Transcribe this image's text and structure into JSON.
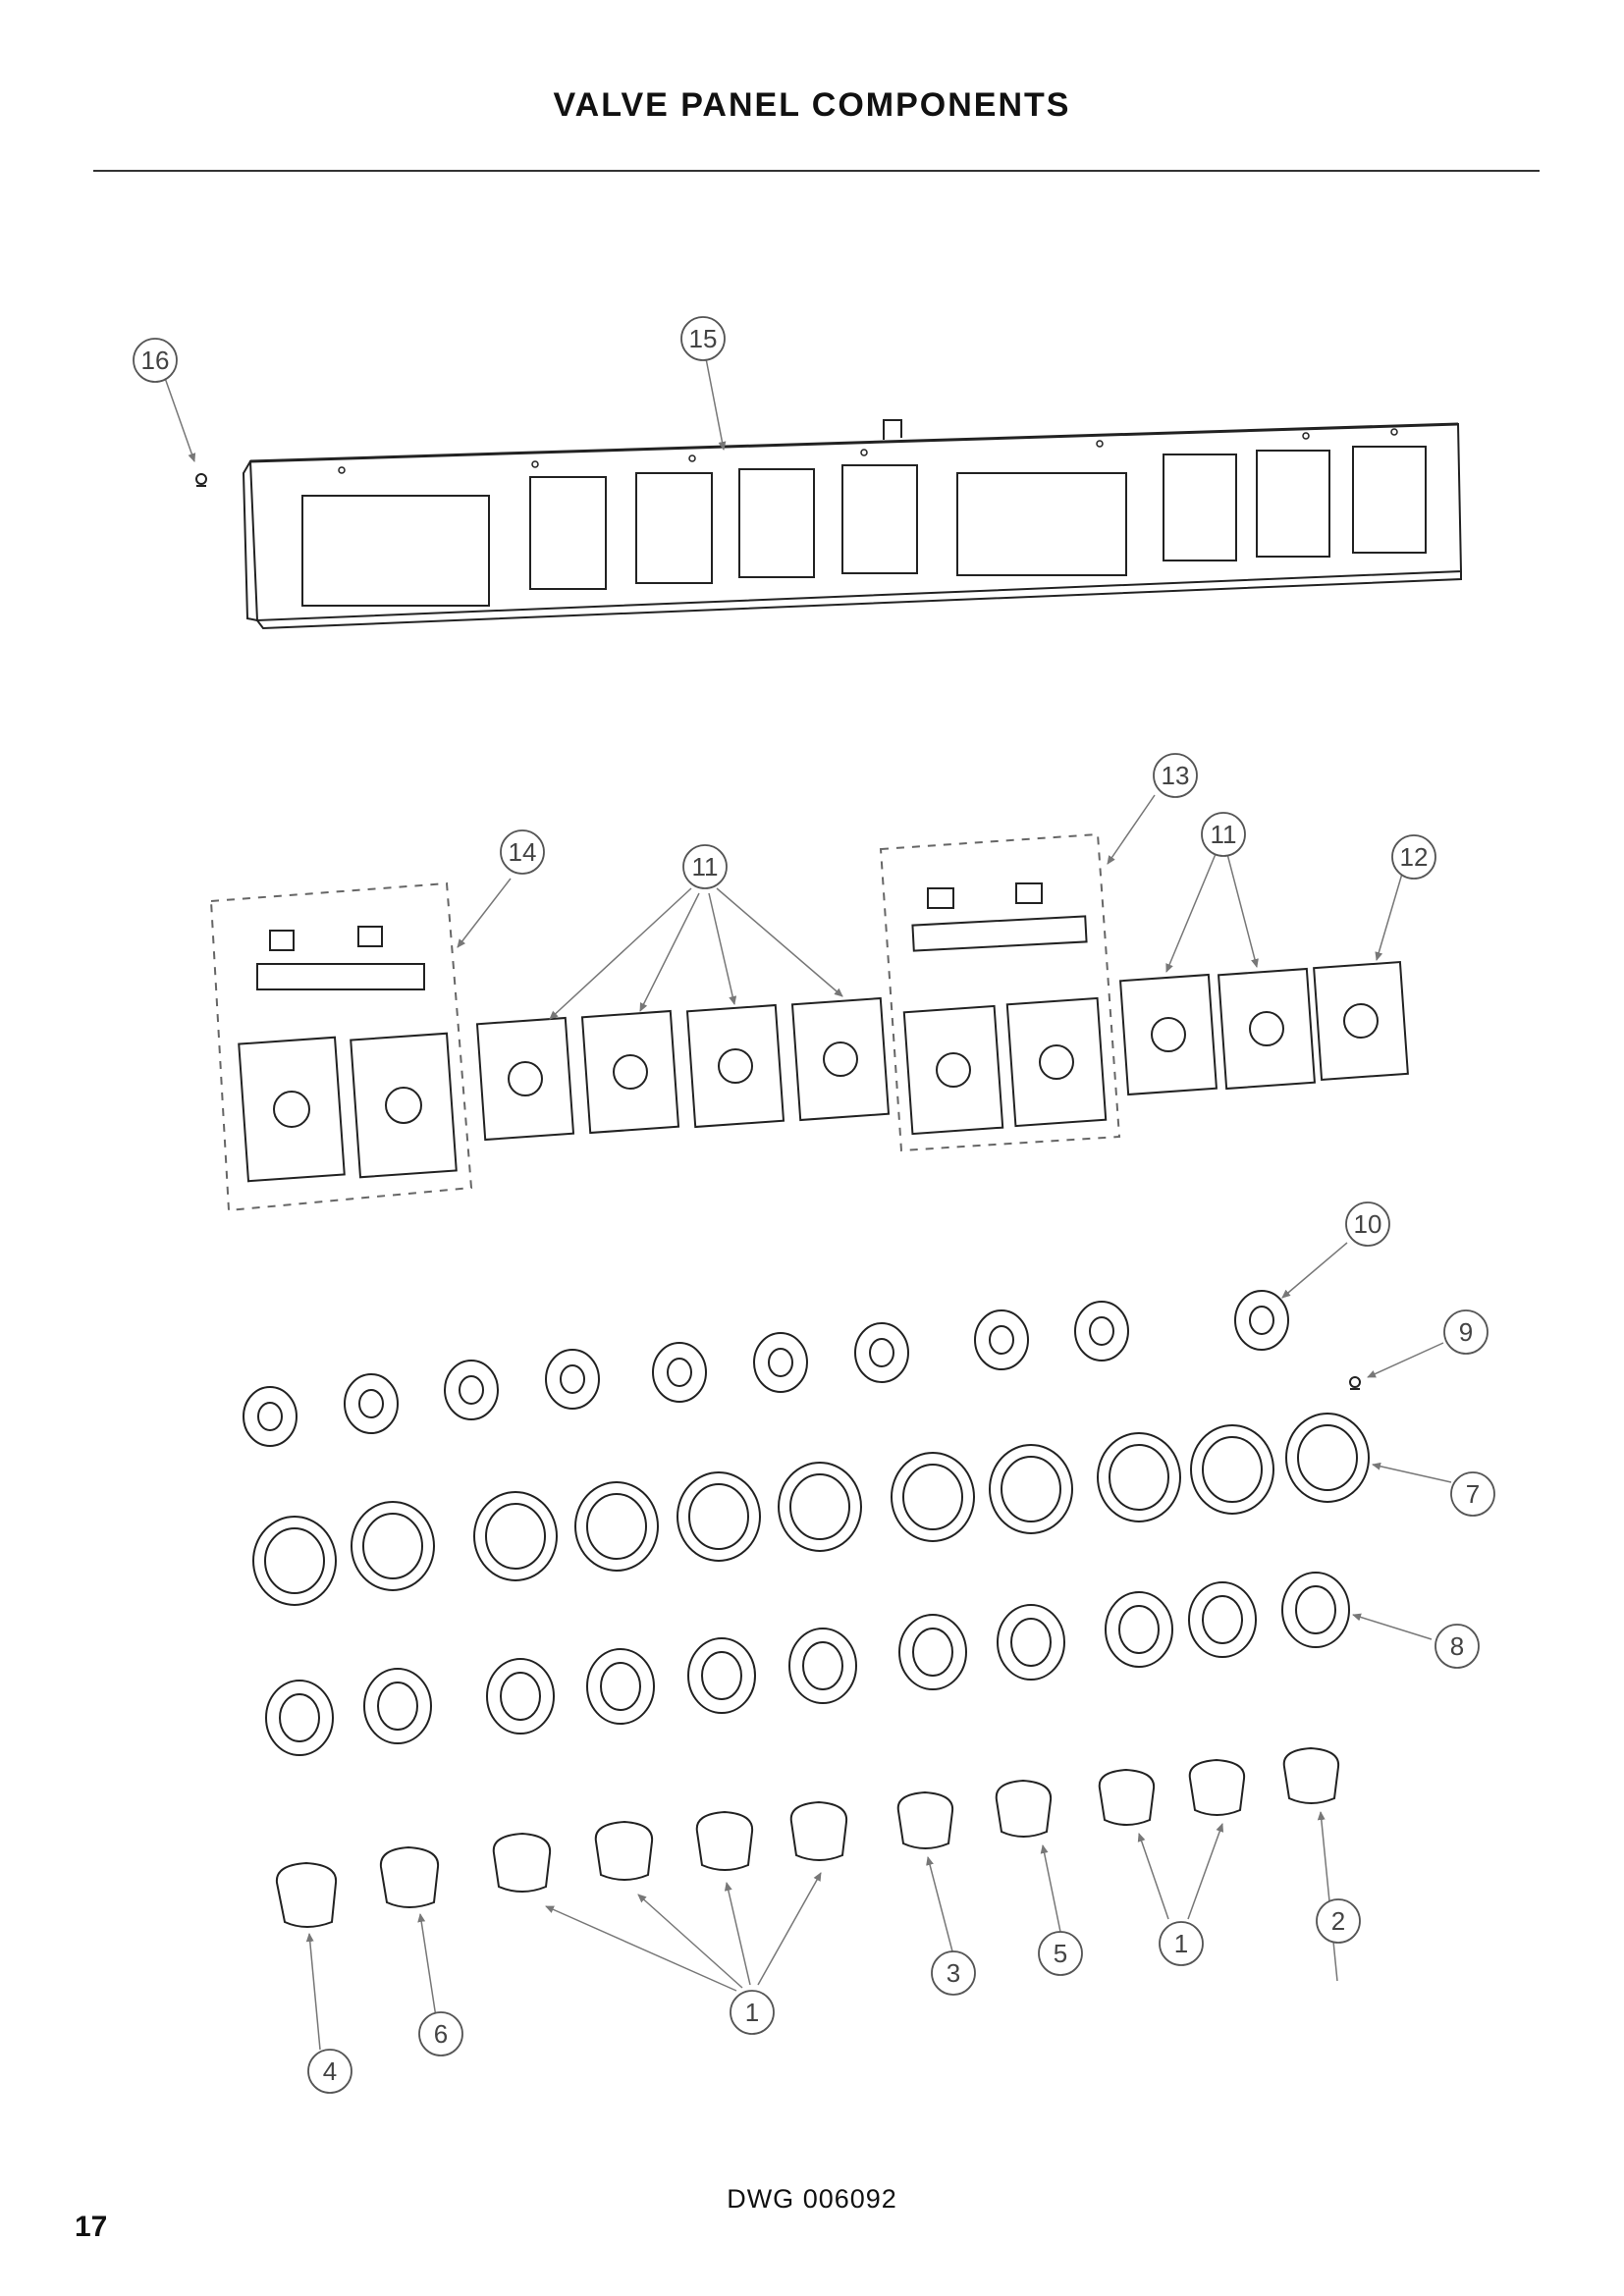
{
  "header": {
    "title": "VALVE PANEL COMPONENTS"
  },
  "footer": {
    "drawing_number": "DWG 006092",
    "page_number": "17"
  },
  "callouts": {
    "c1": "1",
    "c2": "2",
    "c3": "3",
    "c4": "4",
    "c5": "5",
    "c6": "6",
    "c7": "7",
    "c8": "8",
    "c9": "9",
    "c10": "10",
    "c11": "11",
    "c12": "12",
    "c13": "13",
    "c14": "14",
    "c15": "15",
    "c16": "16"
  },
  "colors": {
    "line": "#222222",
    "callout": "#555555"
  }
}
